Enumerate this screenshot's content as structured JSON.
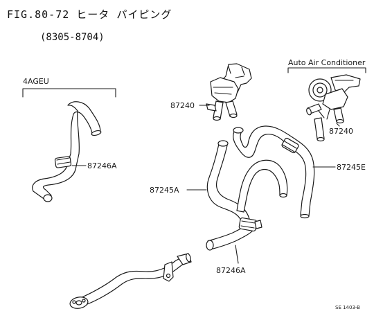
{
  "header": {
    "title": "FIG.80-72 ヒータ パイピング",
    "subtitle": "(8305-8704)"
  },
  "groups": {
    "left_engine": "4AGEU",
    "auto_ac": "Auto Air Conditioner"
  },
  "parts": {
    "valve_main": "87240",
    "valve_ac": "87240",
    "hose_left": "87246A",
    "hose_mid": "87245A",
    "hose_right": "87245E",
    "hose_bottom": "87246A"
  },
  "footer": {
    "ref": "SE 1403-B"
  }
}
